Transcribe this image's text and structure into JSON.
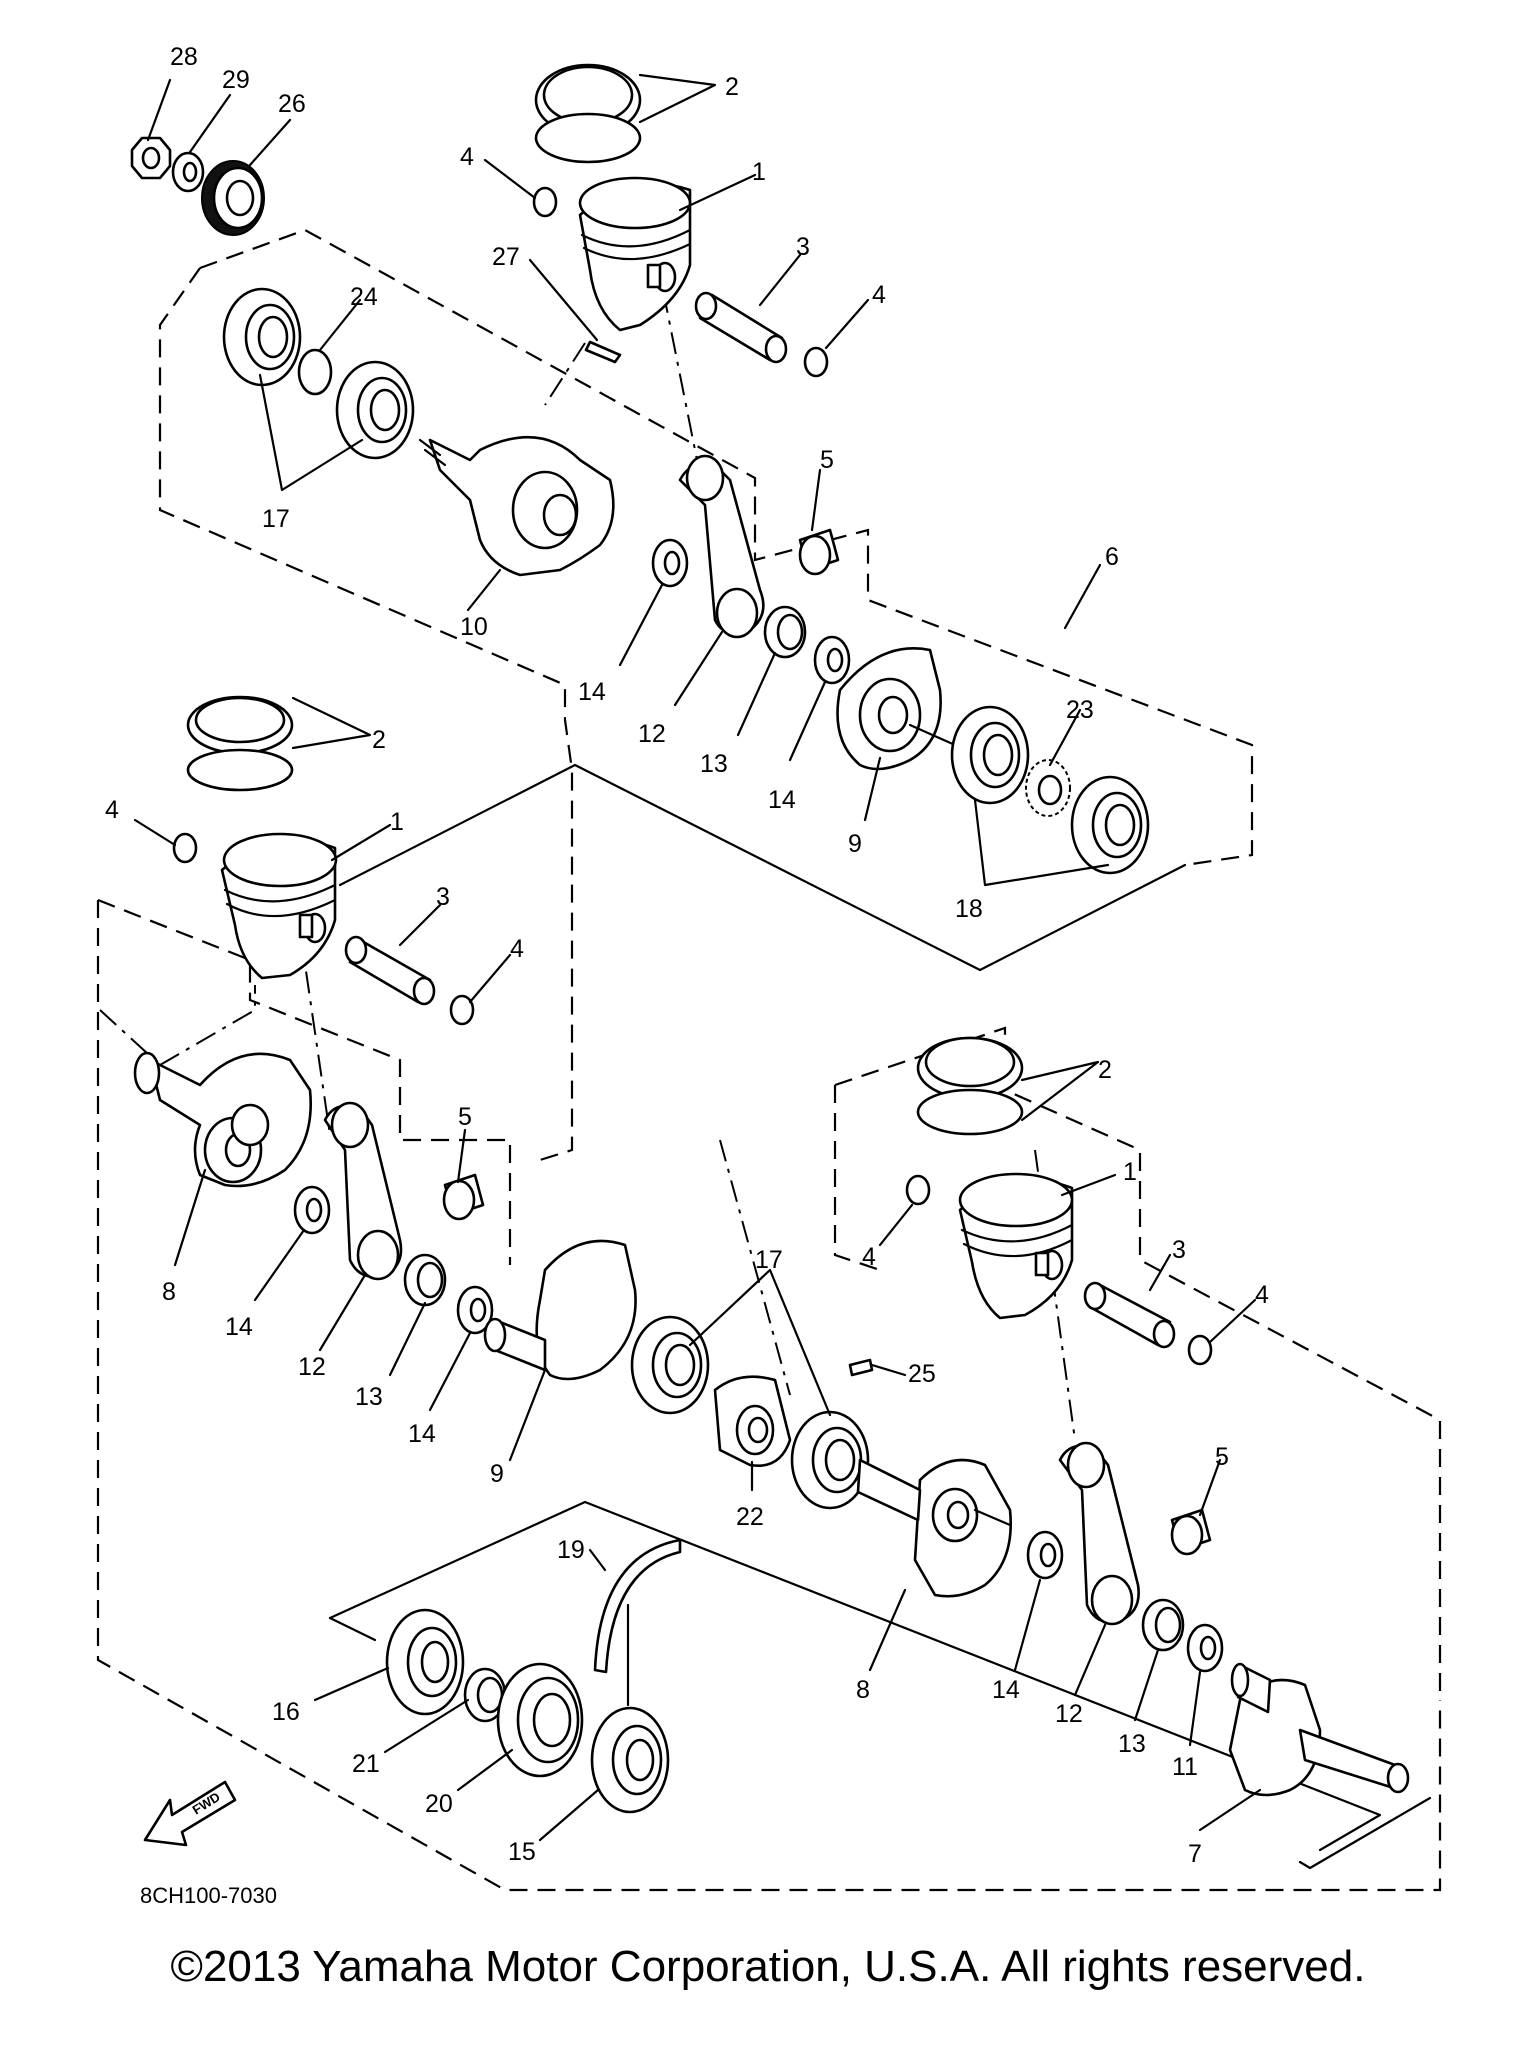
{
  "diagram_code": "8CH100-7030",
  "fwd_label": "FWD",
  "copyright": "©2013 Yamaha Motor Corporation, U.S.A. All rights reserved.",
  "callouts": {
    "c28": "28",
    "c29": "29",
    "c26": "26",
    "c2a": "2",
    "c4a": "4",
    "c1a": "1",
    "c3a": "3",
    "c4b": "4",
    "c27": "27",
    "c24": "24",
    "c17a": "17",
    "c10": "10",
    "c5a": "5",
    "c6": "6",
    "c14a": "14",
    "c12a": "12",
    "c13a": "13",
    "c14b": "14",
    "c9a": "9",
    "c23": "23",
    "c18": "18",
    "c2b": "2",
    "c4c": "4",
    "c1b": "1",
    "c3b": "3",
    "c4d": "4",
    "c5b": "5",
    "c8a": "8",
    "c14c": "14",
    "c12b": "12",
    "c13b": "13",
    "c14d": "14",
    "c9b": "9",
    "c17b": "17",
    "c25": "25",
    "c22": "22",
    "c2c": "2",
    "c1c": "1",
    "c4e": "4",
    "c3c": "3",
    "c4f": "4",
    "c5c": "5",
    "c19": "19",
    "c8b": "8",
    "c14e": "14",
    "c12c": "12",
    "c13c": "13",
    "c11": "11",
    "c16": "16",
    "c21": "21",
    "c20": "20",
    "c15": "15",
    "c7": "7"
  }
}
